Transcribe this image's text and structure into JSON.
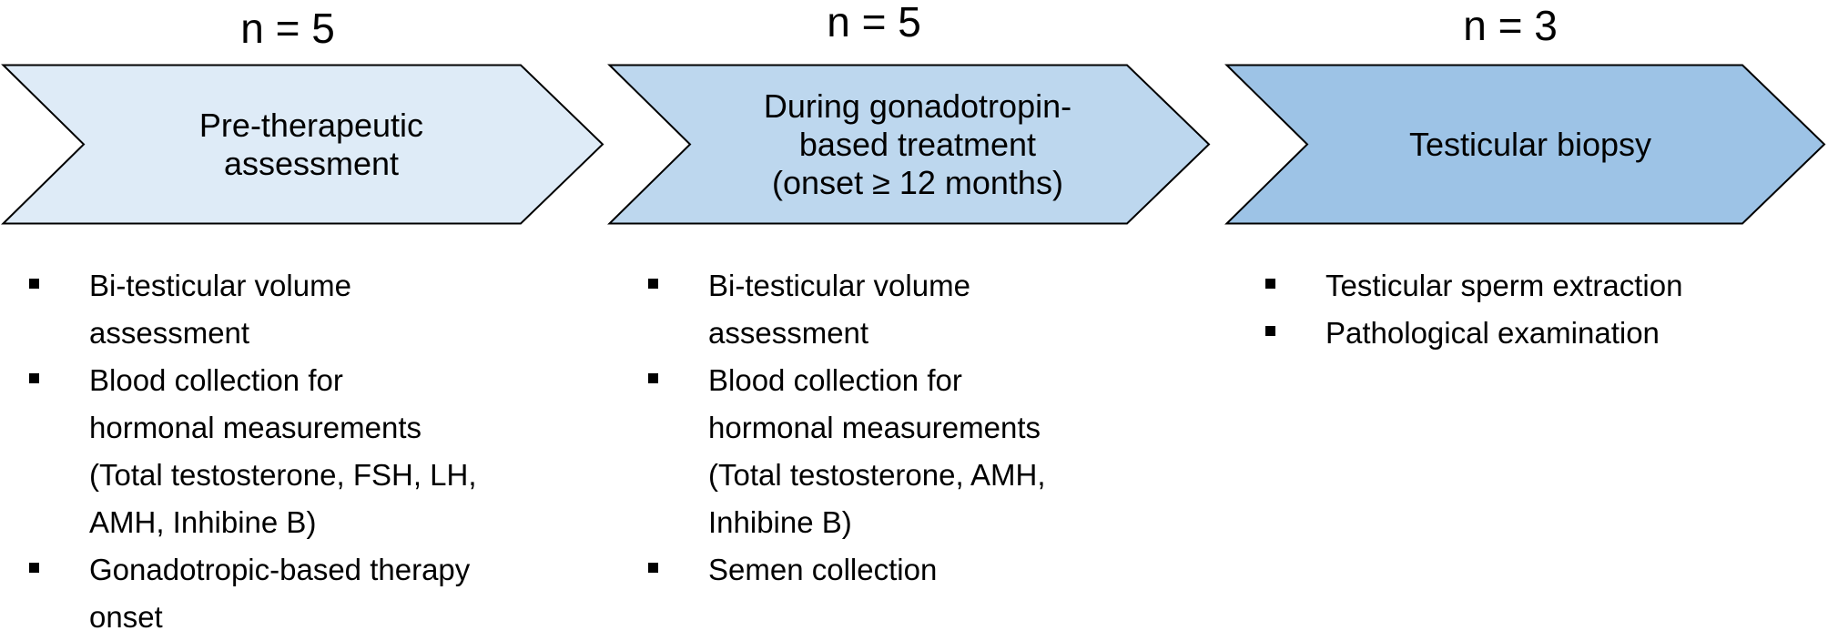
{
  "colors": {
    "chevron_1_fill": "#DEEBF7",
    "chevron_2_fill": "#BDD7EE",
    "chevron_3_fill": "#9DC3E6",
    "chevron_stroke": "#000000",
    "text": "#000000"
  },
  "stages": [
    {
      "count": "n = 5",
      "title": "Pre-therapeutic\nassessment",
      "items": [
        "Bi-testicular volume\nassessment",
        "Blood collection for\nhormonal measurements\n(Total testosterone, FSH, LH,\nAMH, Inhibine B)",
        "Gonadotropic-based therapy\nonset"
      ]
    },
    {
      "count": "n = 5",
      "title": "During gonadotropin-\nbased treatment\n(onset ≥ 12 months)",
      "items": [
        "Bi-testicular volume\nassessment",
        "Blood collection for\nhormonal measurements\n(Total testosterone, AMH,\nInhibine B)",
        "Semen collection"
      ]
    },
    {
      "count": "n = 3",
      "title": "Testicular biopsy",
      "items": [
        "Testicular sperm extraction",
        "Pathological examination"
      ]
    }
  ]
}
